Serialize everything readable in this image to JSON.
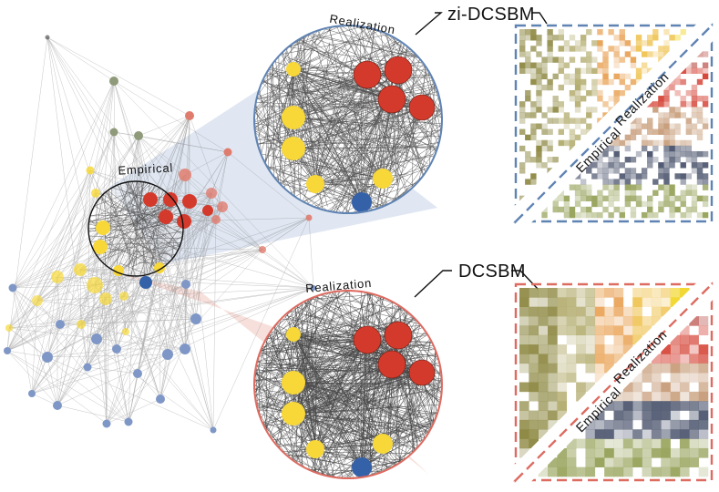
{
  "labels": {
    "empirical": "Empirical",
    "realization": "Realization",
    "model_top": "zi-DCSBM",
    "model_bottom": "DCSBM",
    "matrix_upper": "Realization",
    "matrix_lower": "Empirical"
  },
  "colors": {
    "red_group": "#d33a2c",
    "yellow_group": "#f7d838",
    "blue_group": "#3461a8",
    "periphery_blue": "#7f97c7",
    "salmon": "#e07c6e",
    "gray_green": "#8f9a7a",
    "top_frame": "#5f83b3",
    "bottom_frame": "#dd6b60",
    "edge": "#555555"
  },
  "panels": [
    {
      "model": "zi-DCSBM",
      "frame_color": "#5f83b3"
    },
    {
      "model": "DCSBM",
      "frame_color": "#dd6b60"
    }
  ]
}
